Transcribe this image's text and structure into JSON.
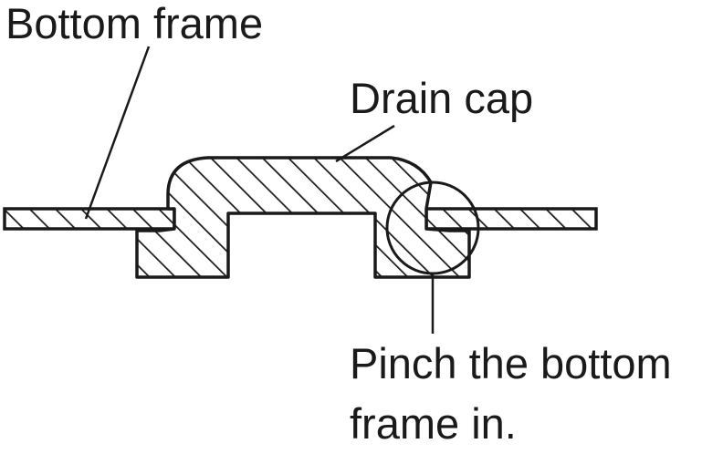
{
  "labels": {
    "bottom_frame": "Bottom frame",
    "drain_cap": "Drain cap",
    "pinch_line1": "Pinch the bottom",
    "pinch_line2": "frame in."
  },
  "colors": {
    "ink": "#1a1a1a",
    "background": "#ffffff"
  }
}
